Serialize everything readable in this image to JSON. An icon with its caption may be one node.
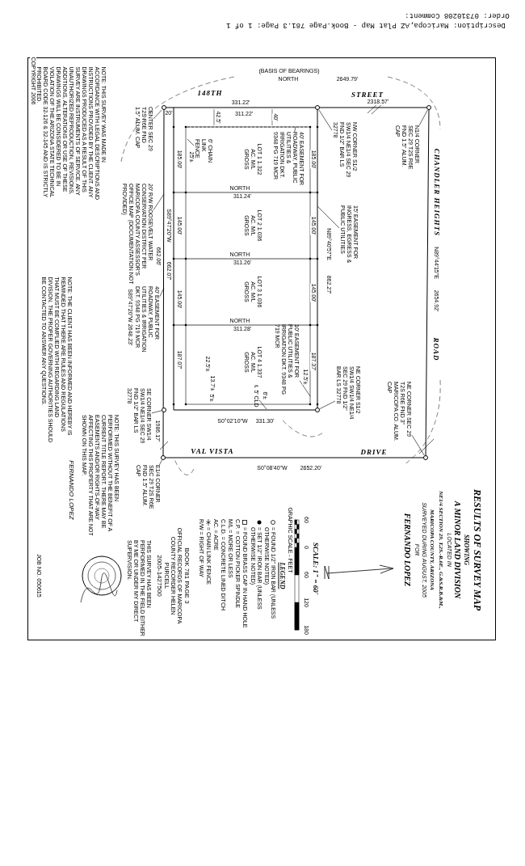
{
  "diagram": {
    "nodes": [
      {
        "text": [
          "CENTER SEC 29 T2S R6E FND 1.5\" ALUM. CAP"
        ]
      },
      {
        "text": [],
        "shape": "circle"
      },
      {
        "text": [
          "NW CORNER S1/2 SW1/4 NE1/4 SEC 29 FND 1/2\" BAR LS 32778"
        ]
      },
      {
        "text": [],
        "shape": "circle"
      },
      {
        "text": [
          "N1/4 CORNER SEC 29 T2S R6E FND 1.5\" ALUM. CAP"
        ]
      },
      {
        "text": [],
        "shape": "circle"
      },
      {
        "text": [
          "6' CHAIN LINK FENCE"
        ]
      },
      {
        "text": [
          "℄ 5' CLD"
        ]
      },
      {
        "text": [
          "NE CORNER S1/2 SW1/4 SW1/4 NE1/4 SEC 29 FND 1/2\" BAR LS 32778"
        ]
      },
      {
        "text": [],
        "shape": "circle"
      },
      {
        "text": [
          "NE CORNER SEC 29 T2S R6E FND 3\" MARICOPA CO. ALUM. CAP"
        ]
      },
      {
        "text": [],
        "shape": "circle"
      },
      {
        "text": [
          "SE CORNER SW1/4 SW1/4 NE1/4 SEC 29 FND 1/2\" BAR LS 32778"
        ]
      },
      {
        "text": [],
        "shape": "circle"
      },
      {
        "text": [
          "E1/4 CORNER SEC 29 T2S R6E FND 1.5\" ALUM. CAP"
        ]
      },
      {
        "text": [],
        "shape": "circle"
      },
      {
        "text": [
          "15' EASEMENT FOR INGRESS, EGRESS & PUBLIC UTILITIES"
        ]
      },
      {
        "text": [
          "40' EASEMENT FOR ROADWAY, PUBLIC UTILITIES & IRRIGATION DKT. 9348 PG 719 MCR"
        ]
      },
      {
        "text": [
          "20' R/W ROOSEVELT WATER CONSERVATION DISTRICT PER MARICOPA COUNTY ASSESSOR'S OFFICE MAP (DOCUMENTATION NOT PROVIDED)"
        ]
      },
      {
        "text": [
          "40' EASEMENT FOR ROADWAY, PUBLIC UTILITIES & IRRIGATION DKT. 9348 PG 719 MCR"
        ]
      },
      {
        "text": [
          "10' EASEMENT FOR PUBLIC UTILITIES & IRRIGATION DKT. 9348 PG 719 MCR"
        ]
      }
    ],
    "edges": [
      {
        "from": 0,
        "to": 1,
        "arrow": "none"
      },
      {
        "from": 2,
        "to": 3,
        "arrow": "none"
      },
      {
        "from": 4,
        "to": 5,
        "arrow": "none"
      },
      {
        "from": 6,
        "to": null,
        "arrow": "none"
      },
      {
        "from": 7,
        "to": null,
        "arrow": "none"
      },
      {
        "from": 8,
        "to": 9,
        "arrow": "none"
      },
      {
        "from": 10,
        "to": 11,
        "arrow": "none"
      },
      {
        "from": 12,
        "to": 13,
        "arrow": "none"
      },
      {
        "from": 14,
        "to": 15,
        "arrow": "none"
      },
      {
        "from": 16,
        "to": null,
        "arrow": "none"
      },
      {
        "from": 17,
        "to": null,
        "arrow": "none"
      },
      {
        "from": 18,
        "to": null,
        "arrow": "none"
      },
      {
        "from": 19,
        "to": null,
        "arrow": "none"
      },
      {
        "from": 20,
        "to": null,
        "arrow": "none"
      }
    ],
    "labels": [
      "Description: Maricopa,AZ Plat Map - Book.Page 781.3 Page: 1 of 1",
      "Order: 07310208 Comment:",
      "(BASIS OF BEARINGS)",
      "NORTH",
      "2649.79'",
      "148TH",
      "STREET",
      "331.22'",
      "2318.57'",
      "20'",
      "311.22'",
      "42.5'",
      "40'",
      "25'±",
      "LOT 1 1.322 AC. M/L GROSS",
      "185.00'",
      "185.00'",
      "CHANDLER HEIGHTS",
      "NORTH",
      "311.24'",
      "LOT 2 1.036 AC. M/L GROSS",
      "145.00'",
      "145.00'",
      "S89°47'20\"W",
      "N89°40'57\"E",
      "N89°44'15\"E",
      "662.06'",
      "662.07'",
      "NORTH",
      "311.26'",
      "862.27'",
      "2654.92'",
      "LOT 3 1.036 AC. M/L GROSS",
      "145.00'",
      "145.00'",
      "S89°47'20\"W",
      "NORTH",
      "311.28'",
      "2648.23'",
      "ROAD",
      "187.07'",
      "187.37'",
      "LOT 4 1.337 AC. M/L GROSS",
      "22.5'±",
      "13.7'±",
      "5'±",
      "6'±",
      "12.5'±",
      "S0°02'10\"W",
      "331.30'",
      "1986.17'",
      "VAL VISTA",
      "DRIVE",
      "S0°08'40\"W",
      "2652.20'",
      "COPYRIGHT 2006",
      "NOTE: THIS SURVEY WAS MADE IN ACCORDANCE WITH LEGAL DESCRIPTIONS AND INSTRUCTIONS PROVIDED BY THE CLIENT. ANY DRAWINGS PRODUCED AS A RESULT OF THIS SURVEY ARE INSTRUMENTS OF SERVICE. ANY UNAUTHORIZED REPRODUCTION, REVISIONS, ADDITIONS, ALTERATIONS OR USE OF THESE DRAWINGS WILL BE CONSIDERED TO BE IN VIOLATION OF THE ARIZONA STATE TECHNICAL BOARD CODE 32-126 & 32-145 AND IS STRICTLY PROHIBITED.",
      "NOTE: THE CLIENT HAS BEEN INFORMED AND HEREBY IS REMINDED THAT THERE ARE RULES AND REGULATIONS THAT MUST BE COMPLIED WITH REGARDING LAND DIVISION. THE PROPER GOVERNING AUTHORITIES SHOULD BE CONTACTED TO ANSWER ANY QUESTIONS.",
      "FERNANDO LOPEZ",
      "NOTE: THIS SURVEY HAS BEEN PERFORMED WITHOUT THE BENEFIT OF A CURRENT TITLE REPORT. THERE MAY BE EASEMENTS AND/OR RIGHTS-OF-WAY AFFECTING THIS PROPERTY THAT ARE NOT SHOWN ON THIS MAP.",
      "JOB NO. 050615",
      "THIS SURVEY HAS BEEN PERFORMED IN THE FIELD EITHER BY ME OR UNDER MY DIRECT SUPERVISION.",
      "2005-1427500",
      "OFFICIAL RECORDS OF MARICOPA COUNTY RECORDER HELEN PURCELL",
      "BOOK 781 PAGE 3",
      "R/W = RIGHT OF WAY",
      "AC. = ACRE",
      "C.L.D. = CONCRETE LINED DITCH",
      "M/L = MORE OR LESS",
      "C.P. = COTTON PICKER SPINDLE",
      "LEGEND",
      "GRAPHIC SCALE - FEET",
      "60",
      "0",
      "60",
      "120",
      "180",
      "SCALE: 1\" = 60'",
      "FERNANDO LOPEZ",
      "FOR",
      "SURVEYED DURING AUGUST, 2005",
      "MARICOPA COUNTY, ARIZONA",
      "NE1/4 SECTION 29, T.2S.-R.6E., G.&S.R.B.&M.,",
      "LOCATED IN",
      "A MINOR LAND DIVISION",
      "SHOWING",
      "RESULTS OF SURVEY MAP"
    ],
    "legend": [
      {
        "text": "= FOUND 1/2\" IRON BAR (UNLESS OTHERWISE NOTED)"
      },
      {
        "text": "= SET 1/2\" IRON BAR (UNLESS OTHERWISE NOTED)"
      },
      {
        "text": "= FOUND BRASS CAP IN HAND HOLE"
      },
      {
        "text": "= CHAIN LINK FENCE"
      }
    ]
  }
}
